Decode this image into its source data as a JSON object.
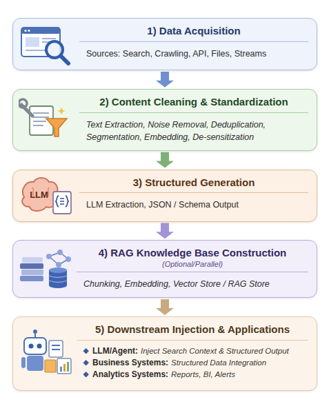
{
  "diagram": {
    "nodes": [
      {
        "text": [
          "1) Data Acquisition",
          "Sources: Search, Crawling, API, Files, Streams"
        ]
      },
      {
        "text": [
          "2) Content Cleaning & Standardization",
          "Text Extraction, Noise Removal, Deduplication, Segmentation, Embedding, De-sensitization"
        ]
      },
      {
        "text": [
          "3) Structured Generation",
          "LLM Extraction, JSON / Schema Output",
          "LLM"
        ]
      },
      {
        "text": [
          "4) RAG Knowledge Base Construction",
          "(Optional/Parallel)",
          "Chunking, Embedding, Vector Store / RAG Store"
        ]
      },
      {
        "text": [
          "5) Downstream Injection & Applications",
          "LLM/Agent:",
          "Inject Search Context & Structured Output",
          "Business Systems:",
          "Structured Data Integration",
          "Analytics Systems:",
          "Reports, BI, Alerts"
        ]
      }
    ],
    "edges": [
      {
        "from": 0,
        "to": 1,
        "arrow": "to"
      },
      {
        "from": 1,
        "to": 2,
        "arrow": "to"
      },
      {
        "from": 2,
        "to": 3,
        "arrow": "to"
      },
      {
        "from": 3,
        "to": 4,
        "arrow": "to"
      }
    ]
  }
}
